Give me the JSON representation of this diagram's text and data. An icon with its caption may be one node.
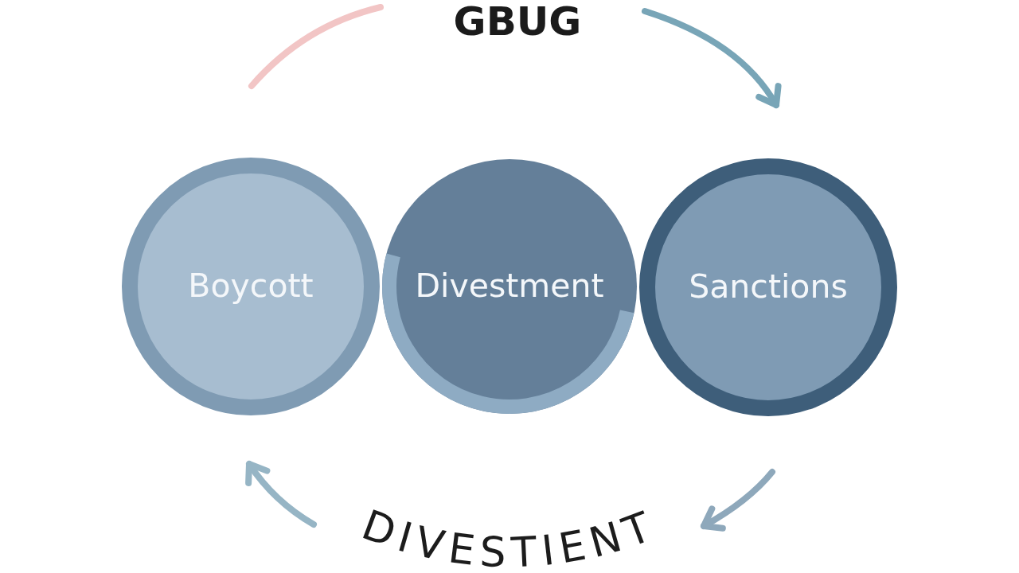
{
  "diagram": {
    "title": "GBUG",
    "nodes": [
      {
        "text": [
          "Boycott"
        ]
      },
      {
        "text": [
          "Divestment"
        ]
      },
      {
        "text": [
          "Sanctions"
        ]
      }
    ],
    "labels": [
      "DIVESTIENT"
    ]
  }
}
